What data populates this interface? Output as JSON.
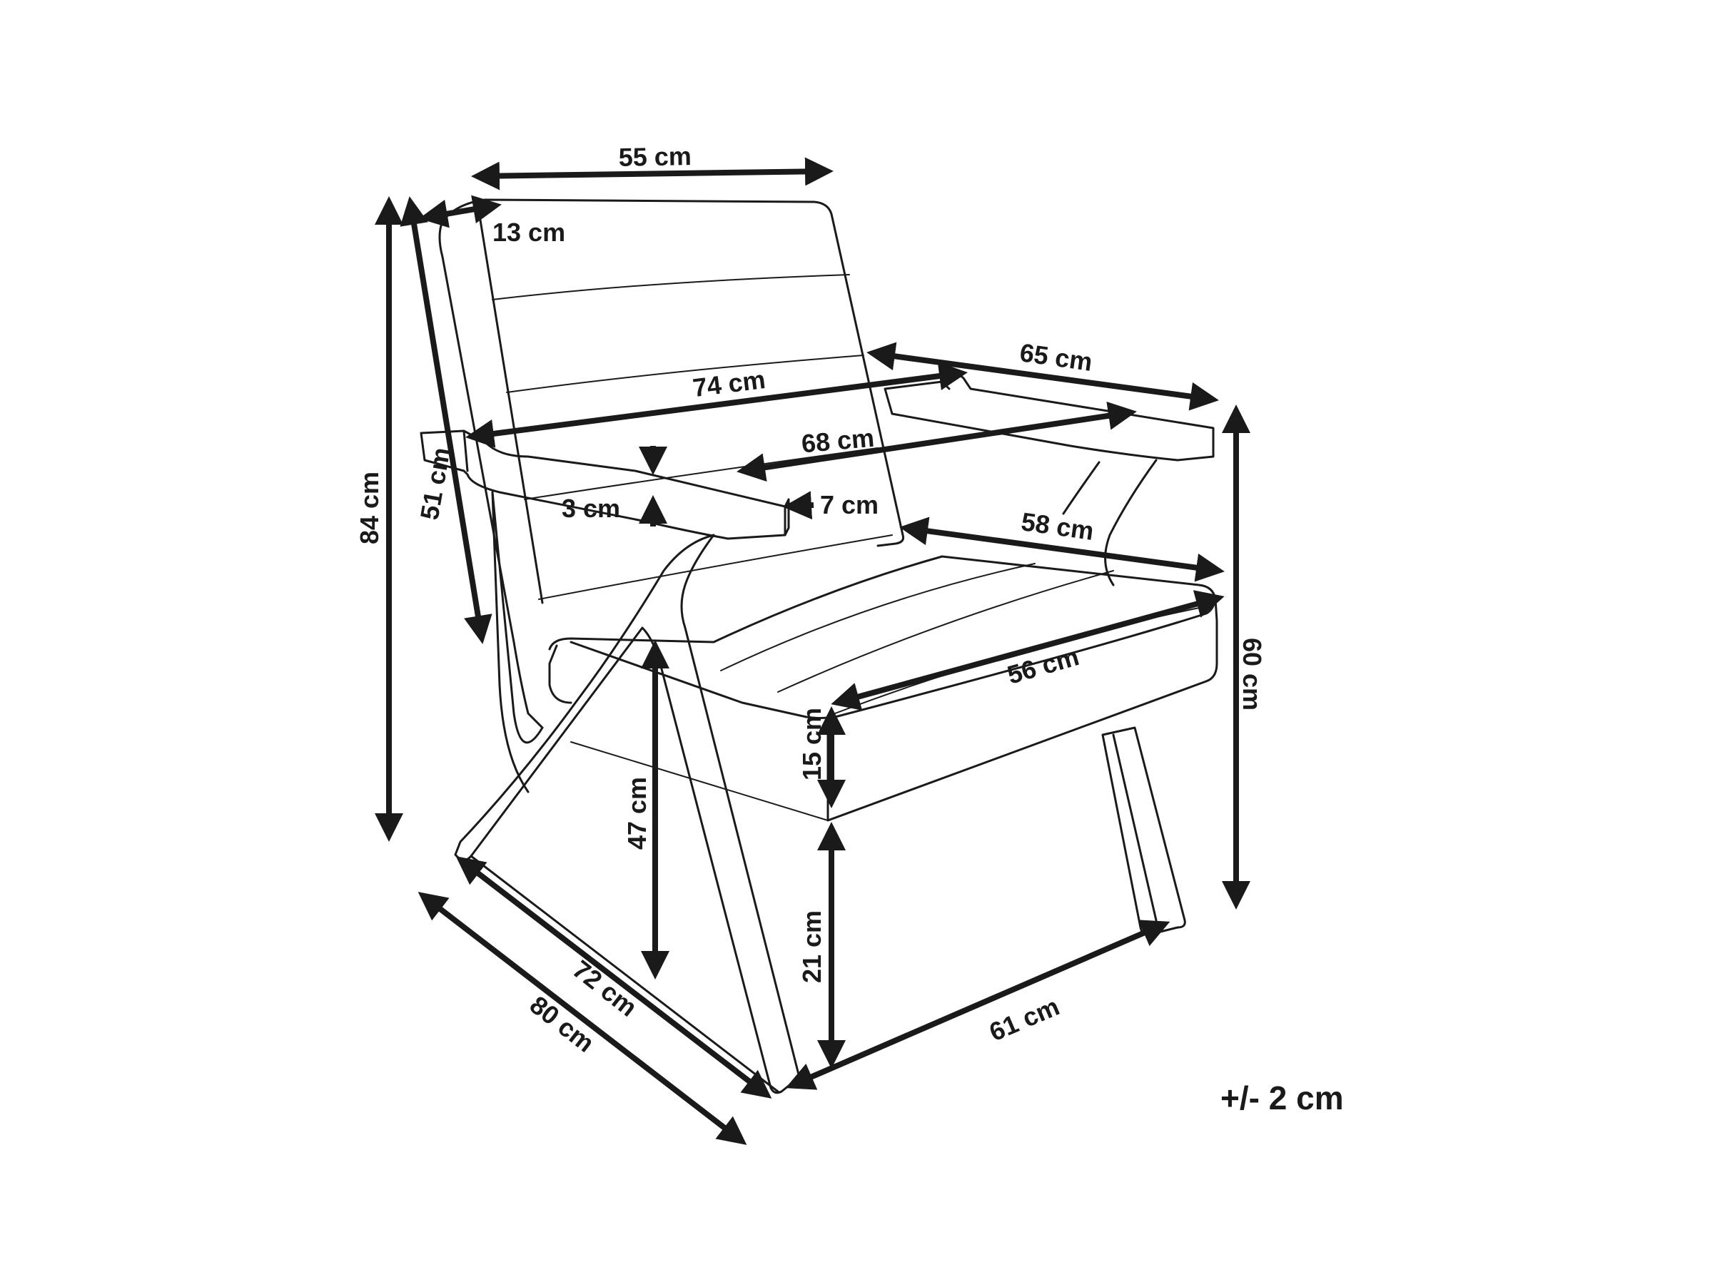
{
  "dimensions": {
    "backrest_width": "55 cm",
    "backrest_depth": "13 cm",
    "total_height": "84 cm",
    "backrest_height": "51 cm",
    "overall_width": "74 cm",
    "armrest_length": "65 cm",
    "inner_width": "68 cm",
    "armrest_thickness": "3 cm",
    "armrest_width": "7 cm",
    "seat_depth_top": "58 cm",
    "seat_depth": "56 cm",
    "arm_height": "60 cm",
    "cushion_height": "15 cm",
    "seat_height": "47 cm",
    "leg_height": "21 cm",
    "base_depth": "72 cm",
    "overall_depth": "80 cm",
    "base_width": "61 cm"
  },
  "tolerance": "+/- 2 cm"
}
